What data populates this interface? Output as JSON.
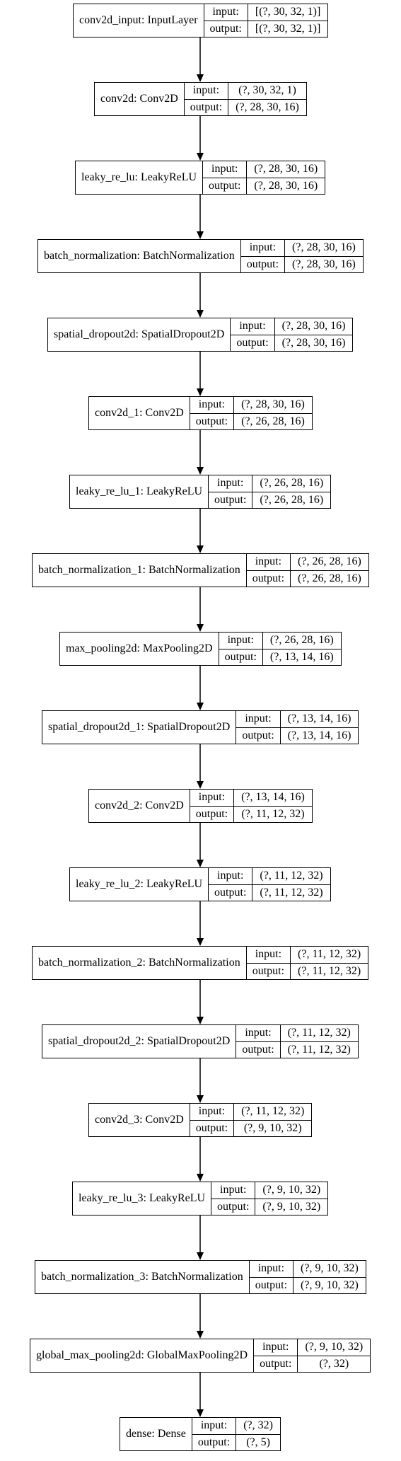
{
  "labels": {
    "input": "input:",
    "output": "output:"
  },
  "layers": [
    {
      "name": "conv2d_input: InputLayer",
      "input": "[(?, 30, 32, 1)]",
      "output": "[(?, 30, 32, 1)]"
    },
    {
      "name": "conv2d: Conv2D",
      "input": "(?, 30, 32, 1)",
      "output": "(?, 28, 30, 16)"
    },
    {
      "name": "leaky_re_lu: LeakyReLU",
      "input": "(?, 28, 30, 16)",
      "output": "(?, 28, 30, 16)"
    },
    {
      "name": "batch_normalization: BatchNormalization",
      "input": "(?, 28, 30, 16)",
      "output": "(?, 28, 30, 16)"
    },
    {
      "name": "spatial_dropout2d: SpatialDropout2D",
      "input": "(?, 28, 30, 16)",
      "output": "(?, 28, 30, 16)"
    },
    {
      "name": "conv2d_1: Conv2D",
      "input": "(?, 28, 30, 16)",
      "output": "(?, 26, 28, 16)"
    },
    {
      "name": "leaky_re_lu_1: LeakyReLU",
      "input": "(?, 26, 28, 16)",
      "output": "(?, 26, 28, 16)"
    },
    {
      "name": "batch_normalization_1: BatchNormalization",
      "input": "(?, 26, 28, 16)",
      "output": "(?, 26, 28, 16)"
    },
    {
      "name": "max_pooling2d: MaxPooling2D",
      "input": "(?, 26, 28, 16)",
      "output": "(?, 13, 14, 16)"
    },
    {
      "name": "spatial_dropout2d_1: SpatialDropout2D",
      "input": "(?, 13, 14, 16)",
      "output": "(?, 13, 14, 16)"
    },
    {
      "name": "conv2d_2: Conv2D",
      "input": "(?, 13, 14, 16)",
      "output": "(?, 11, 12, 32)"
    },
    {
      "name": "leaky_re_lu_2: LeakyReLU",
      "input": "(?, 11, 12, 32)",
      "output": "(?, 11, 12, 32)"
    },
    {
      "name": "batch_normalization_2: BatchNormalization",
      "input": "(?, 11, 12, 32)",
      "output": "(?, 11, 12, 32)"
    },
    {
      "name": "spatial_dropout2d_2: SpatialDropout2D",
      "input": "(?, 11, 12, 32)",
      "output": "(?, 11, 12, 32)"
    },
    {
      "name": "conv2d_3: Conv2D",
      "input": "(?, 11, 12, 32)",
      "output": "(?, 9, 10, 32)"
    },
    {
      "name": "leaky_re_lu_3: LeakyReLU",
      "input": "(?, 9, 10, 32)",
      "output": "(?, 9, 10, 32)"
    },
    {
      "name": "batch_normalization_3: BatchNormalization",
      "input": "(?, 9, 10, 32)",
      "output": "(?, 9, 10, 32)"
    },
    {
      "name": "global_max_pooling2d: GlobalMaxPooling2D",
      "input": "(?, 9, 10, 32)",
      "output": "(?, 32)"
    },
    {
      "name": "dense: Dense",
      "input": "(?, 32)",
      "output": "(?, 5)"
    }
  ]
}
